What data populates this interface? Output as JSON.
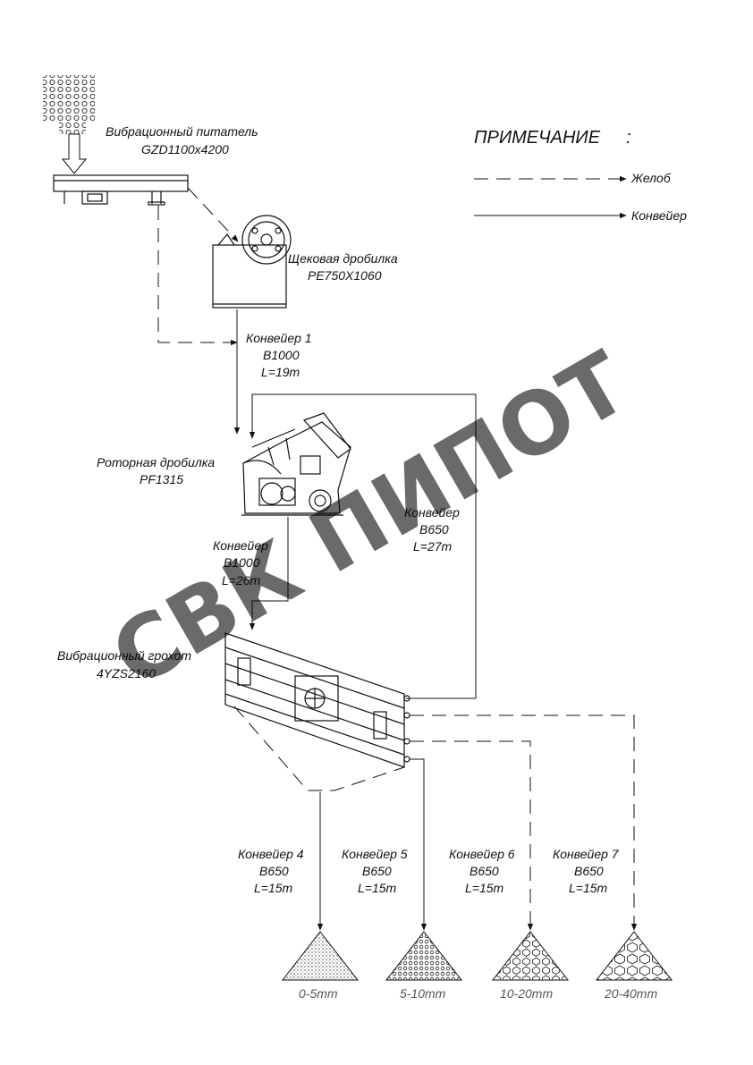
{
  "legend": {
    "title": "ПРИМЕЧАНИЕ",
    "colon": ":",
    "chute_label": "Желоб",
    "conveyor_label": "Конвейер"
  },
  "feeder": {
    "name": "Вибрационный питатель",
    "model": "GZD1100x4200"
  },
  "jaw_crusher": {
    "name": "Щековая дробилка",
    "model": "PE750X1060"
  },
  "conveyor1": {
    "name": "Конвейер 1",
    "width": "B1000",
    "length": "L=19m"
  },
  "impact_crusher": {
    "name": "Роторная дробилка",
    "model": "PF1315"
  },
  "conveyor2": {
    "name": "Конвейер",
    "width": "B1000",
    "length": "L=26m"
  },
  "conveyor3": {
    "name": "Конвейер",
    "width": "B650",
    "length": "L=27m"
  },
  "screen": {
    "name": "Вибрационный грохот",
    "model": "4YZS2160"
  },
  "outputs": [
    {
      "conveyor": "Конвейер 4",
      "width": "B650",
      "length": "L=15m",
      "fraction": "0-5mm"
    },
    {
      "conveyor": "Конвейер 5",
      "width": "B650",
      "length": "L=15m",
      "fraction": "5-10mm"
    },
    {
      "conveyor": "Конвейер 6",
      "width": "B650",
      "length": "L=15m",
      "fraction": "10-20mm"
    },
    {
      "conveyor": "Конвейер 7",
      "width": "B650",
      "length": "L=15m",
      "fraction": "20-40mm"
    }
  ],
  "watermark": "СВК ПИПОТ"
}
